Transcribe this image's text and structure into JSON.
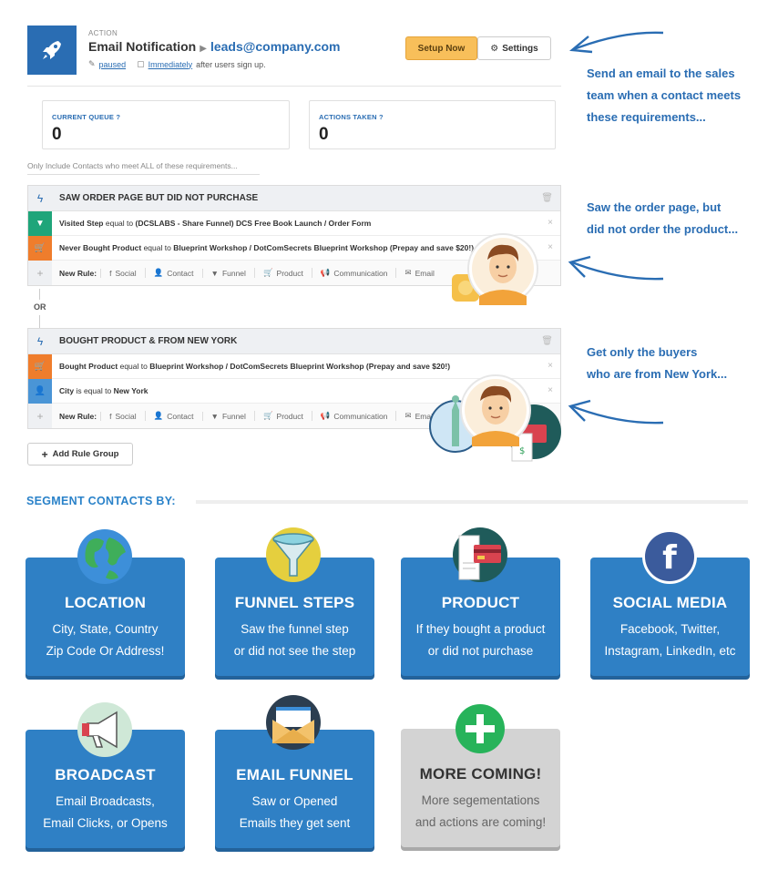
{
  "header": {
    "action_label": "ACTION",
    "title": "Email Notification",
    "email": "leads@company.com",
    "status_link": "paused",
    "timing_link": "Immediately",
    "timing_rest": "after users sign up.",
    "setup_button": "Setup Now",
    "settings_button": "Settings"
  },
  "stats": {
    "queue_label": "CURRENT QUEUE",
    "queue_value": "0",
    "actions_label": "ACTIONS TAKEN",
    "actions_value": "0"
  },
  "only_include_text": "Only Include Contacts who meet ALL of these requirements...",
  "groups": [
    {
      "title": "SAW ORDER PAGE BUT DID NOT PURCHASE",
      "rules": [
        {
          "field": "Visited Step",
          "op": "equal to",
          "value": "(DCSLABS - Share Funnel) DCS Free Book Launch / Order Form",
          "icon_color": "#1fa57a"
        },
        {
          "field": "Never Bought Product",
          "op": "equal to",
          "value": "Blueprint Workshop / DotComSecrets Blueprint Workshop (Prepay and save $20!)",
          "icon_color": "#ef7d2c"
        }
      ]
    },
    {
      "title": "BOUGHT PRODUCT & FROM NEW YORK",
      "rules": [
        {
          "field": "Bought Product",
          "op": "equal to",
          "value": "Blueprint Workshop / DotComSecrets Blueprint Workshop (Prepay and save $20!)",
          "icon_color": "#ef7d2c"
        },
        {
          "field": "City",
          "op": "is equal to",
          "value": "New York",
          "icon_color": "#4a95d6"
        }
      ]
    }
  ],
  "new_rule": {
    "label": "New Rule:",
    "options": [
      "Social",
      "Contact",
      "Funnel",
      "Product",
      "Communication",
      "Email"
    ]
  },
  "or_label": "OR",
  "add_rule_group": "Add Rule Group",
  "notes": {
    "n1": [
      "Send an email to the sales",
      "team when a contact meets",
      "these requirements..."
    ],
    "n2": [
      "Saw the order page, but",
      "did not order the product..."
    ],
    "n3": [
      "Get only the buyers",
      "who are from New York..."
    ]
  },
  "segment": {
    "title": "SEGMENT CONTACTS BY:",
    "cards": [
      {
        "title": "LOCATION",
        "line1": "City, State, Country",
        "line2": "Zip Code Or Address!"
      },
      {
        "title": "FUNNEL STEPS",
        "line1": "Saw the funnel step",
        "line2": "or did not see the step"
      },
      {
        "title": "PRODUCT",
        "line1": "If they bought a product",
        "line2": "or did not purchase"
      },
      {
        "title": "SOCIAL MEDIA",
        "line1": "Facebook, Twitter,",
        "line2": "Instagram, LinkedIn, etc"
      },
      {
        "title": "BROADCAST",
        "line1": "Email Broadcasts,",
        "line2": "Email Clicks, or Opens"
      },
      {
        "title": "EMAIL FUNNEL",
        "line1": "Saw or Opened",
        "line2": "Emails they get sent"
      },
      {
        "title": "MORE COMING!",
        "line1": "More segementations",
        "line2": "and actions are coming!"
      }
    ]
  },
  "colors": {
    "brand_blue": "#2a6db3",
    "card_blue": "#2f80c5",
    "setup_orange": "#f8bf5a",
    "card_gray": "#d3d3d3"
  }
}
